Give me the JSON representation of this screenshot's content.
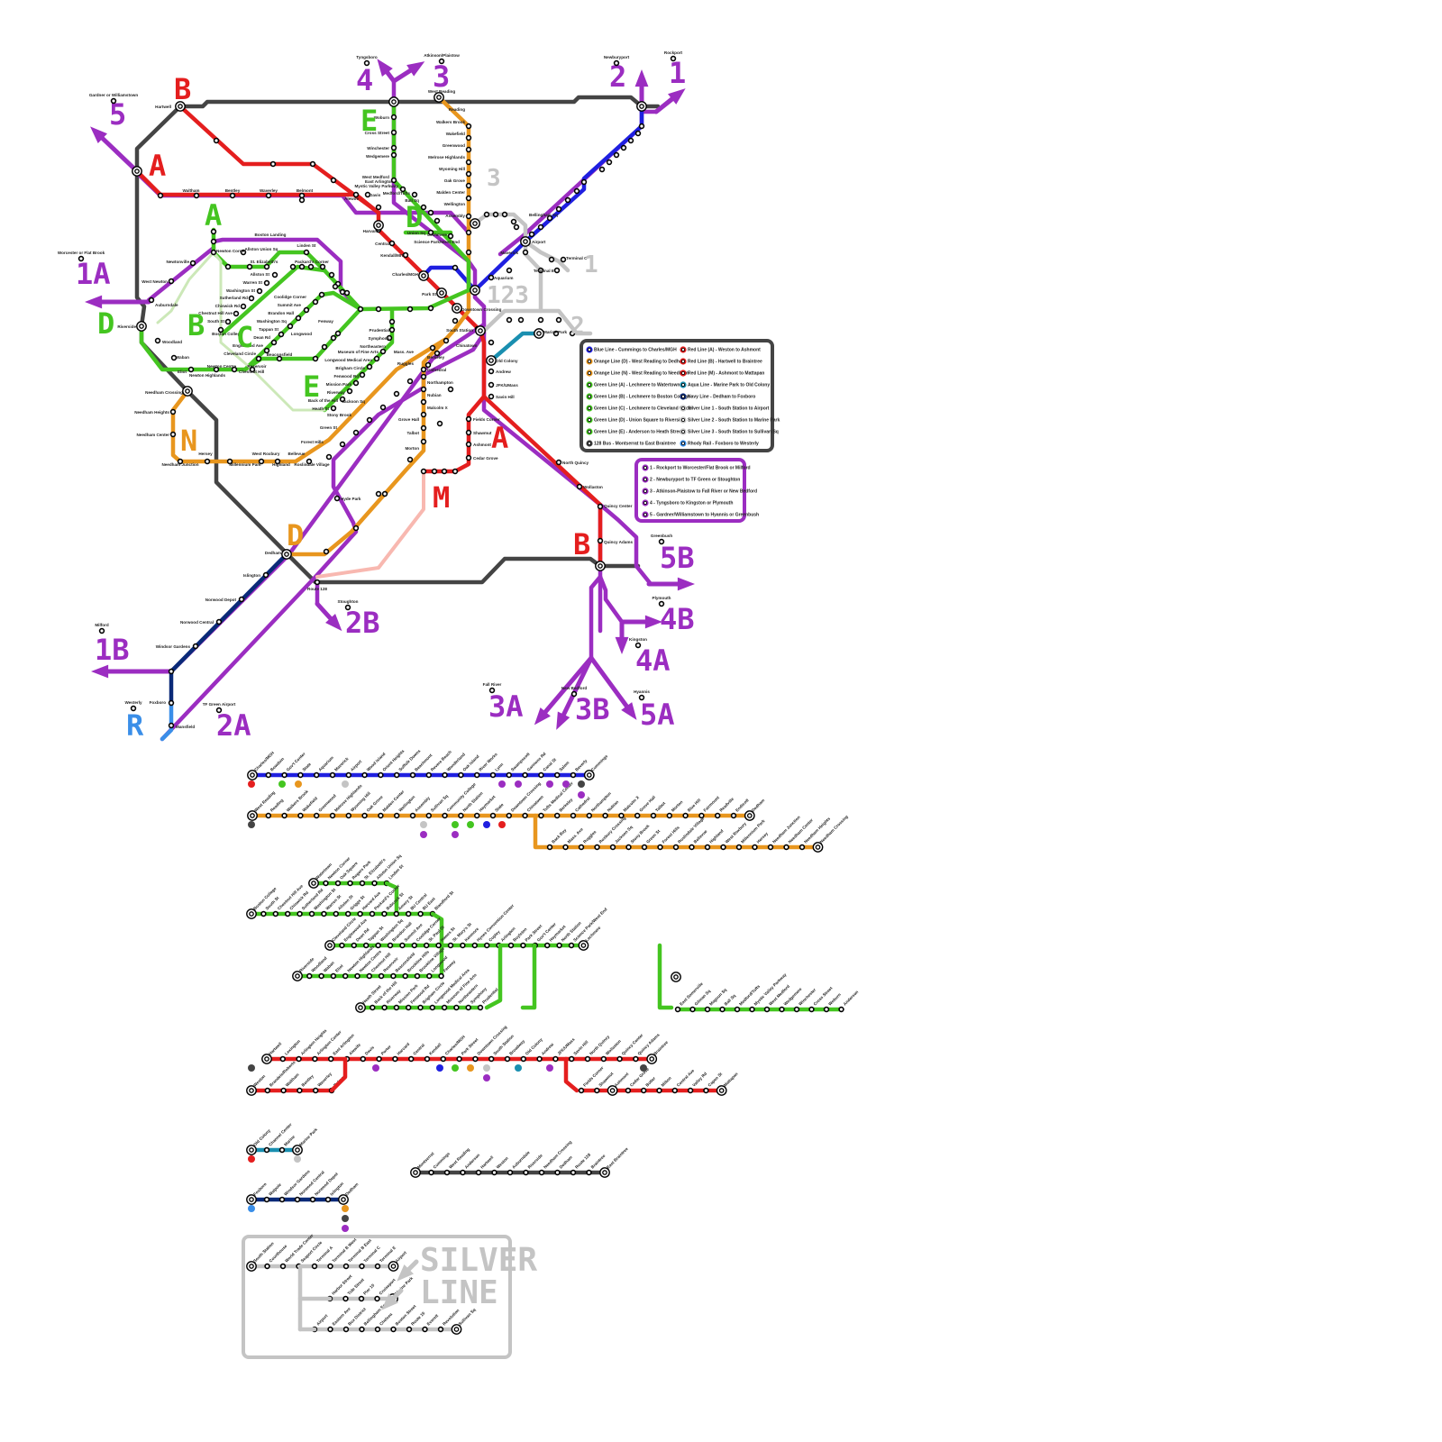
{
  "title": "Boston Area Fantasy Transit Map",
  "colors": {
    "blue": "#1f1fe0",
    "orange": "#e8961e",
    "green": "#44c520",
    "green_light": "#cce8b8",
    "red": "#e41e1e",
    "red_light": "#f8b8b0",
    "aqua": "#1a8fb0",
    "navy": "#0a2a78",
    "silver": "#c4c4c4",
    "bus": "#444444",
    "rhody": "#3a8ee8",
    "purple": "#9b2dc1"
  },
  "legend": {
    "items": [
      {
        "color": "blue",
        "label": "Blue Line - Cummings to Charles/MGH"
      },
      {
        "color": "orange",
        "label": "Orange Line (D) - West Reading to Dedham"
      },
      {
        "color": "orange",
        "label": "Orange Line (N) - West Reading to Needham"
      },
      {
        "color": "green",
        "label": "Green Line (A) - Lechmere to Watertown"
      },
      {
        "color": "green",
        "label": "Green Line (B) - Lechmere to Boston College"
      },
      {
        "color": "green",
        "label": "Green Line (C) - Lechmere to Cleveland Circle"
      },
      {
        "color": "green",
        "label": "Green Line (D) - Union Square to Riverside"
      },
      {
        "color": "green",
        "label": "Green Line (E) - Anderson to Heath Street"
      },
      {
        "color": "bus",
        "label": "128 Bus - Montserrat to East Braintree"
      },
      {
        "color": "red",
        "label": "Red Line (A) - Weston to Ashmont"
      },
      {
        "color": "red",
        "label": "Red Line (B) - Hartwell to Braintree"
      },
      {
        "color": "red",
        "label": "Red Line (M) - Ashmont to Mattapan"
      },
      {
        "color": "aqua",
        "label": "Aqua Line - Marine Park to Old Colony"
      },
      {
        "color": "navy",
        "label": "Navy Line - Dedham to Foxboro"
      },
      {
        "color": "silver",
        "label": "Silver Line 1 - South Station to Airport"
      },
      {
        "color": "silver",
        "label": "Silver Line 2 - South Station to Marine Park"
      },
      {
        "color": "silver",
        "label": "Silver Line 3 - South Station to Sullivan Sq"
      },
      {
        "color": "rhody",
        "label": "Rhody Rail - Foxboro to Westerly"
      }
    ]
  },
  "commuter_legend": {
    "items": [
      {
        "label": "1 - Rockport to Worcester/Flat Brook or Milford"
      },
      {
        "label": "2 - Newburyport to TF Green or Stoughton"
      },
      {
        "label": "3 - Atkinson-Plaistow to Fall River or New Bedford"
      },
      {
        "label": "4 - Tyngsboro to Kingston or Plymouth"
      },
      {
        "label": "5 - Gardner/Williamstown to Hyannis or Greenbush"
      }
    ]
  },
  "route_markers": [
    {
      "text": "5",
      "color": "purple"
    },
    {
      "text": "B",
      "color": "red"
    },
    {
      "text": "A",
      "color": "red"
    },
    {
      "text": "4",
      "color": "purple"
    },
    {
      "text": "3",
      "color": "purple"
    },
    {
      "text": "2",
      "color": "purple"
    },
    {
      "text": "1",
      "color": "purple"
    },
    {
      "text": "E",
      "color": "green"
    },
    {
      "text": "D",
      "color": "green"
    },
    {
      "text": "A",
      "color": "green"
    },
    {
      "text": "1A",
      "color": "purple"
    },
    {
      "text": "D",
      "color": "green"
    },
    {
      "text": "B",
      "color": "green"
    },
    {
      "text": "C",
      "color": "green"
    },
    {
      "text": "E",
      "color": "green"
    },
    {
      "text": "N",
      "color": "orange"
    },
    {
      "text": "D",
      "color": "orange"
    },
    {
      "text": "A",
      "color": "red"
    },
    {
      "text": "M",
      "color": "red"
    },
    {
      "text": "B",
      "color": "red"
    },
    {
      "text": "5B",
      "color": "purple"
    },
    {
      "text": "4B",
      "color": "purple"
    },
    {
      "text": "4A",
      "color": "purple"
    },
    {
      "text": "3A",
      "color": "purple"
    },
    {
      "text": "3B",
      "color": "purple"
    },
    {
      "text": "5A",
      "color": "purple"
    },
    {
      "text": "2B",
      "color": "purple"
    },
    {
      "text": "1B",
      "color": "purple"
    },
    {
      "text": "2A",
      "color": "purple"
    },
    {
      "text": "R",
      "color": "rhody"
    },
    {
      "text": "3",
      "color": "silver"
    },
    {
      "text": "1",
      "color": "silver"
    },
    {
      "text": "123",
      "color": "silver"
    },
    {
      "text": "2",
      "color": "silver"
    }
  ],
  "commuter_terminals": [
    "Gardner or Williamstown",
    "Tyngsboro",
    "Atkinson/Plaistow",
    "Newburyport",
    "Rockport",
    "Worcester or Flat Brook",
    "Milford",
    "Westerly",
    "TF Green Airport",
    "Stoughton",
    "Greenbush",
    "Plymouth",
    "Kingston",
    "Fall River",
    "New Bedford",
    "Hyannis"
  ],
  "map_stations": [
    "Hartwell",
    "Lexington",
    "Arlington Heights",
    "Arlington Center",
    "East Arlington",
    "Alewife",
    "Davis",
    "Porter",
    "Harvard",
    "Central",
    "Kendall/MIT",
    "Charles/MGH",
    "Park St",
    "Downtown Crossing",
    "South Station",
    "Broadway",
    "Old Colony",
    "Andrew",
    "JFK/UMass",
    "Savin Hill",
    "Fields Corner",
    "Shawmut",
    "Ashmont",
    "Cedar Grove",
    "Butler",
    "Milton",
    "Central Ave",
    "Valley Rd",
    "Capen St",
    "Mattapan",
    "North Quincy",
    "Wollaston",
    "Quincy Center",
    "Quincy Adams",
    "Braintree",
    "East Braintree",
    "Weston",
    "Brandeis/Roberts",
    "Waltham",
    "Bentley",
    "Waverley",
    "Belmont",
    "Cummings",
    "Beverly",
    "Salem",
    "Canal St",
    "Gannons Rd",
    "Swampscott",
    "Lynn",
    "River Works",
    "Oak Island",
    "Wonderland",
    "Revere Beach",
    "Beachmont",
    "Suffolk Downs",
    "Orient Heights",
    "Wood Island",
    "Airport",
    "Maverick",
    "Aquarium",
    "State",
    "Gov't Center",
    "Bowdoin",
    "West Reading",
    "Reading",
    "Walkers Brook",
    "Wakefield",
    "Greenwood",
    "Melrose Highlands",
    "Wyoming Hill",
    "Oak Grove",
    "Malden Center",
    "Wellington",
    "Assembly",
    "Sullivan Sq",
    "Community College",
    "North Station",
    "Haymarket",
    "Chinatown",
    "Tufts Medical Center",
    "Berkeley",
    "Cathedral",
    "Northampton",
    "Nubian",
    "Malcolm X",
    "Grove Hall",
    "Talbot",
    "Morton",
    "Blue Hill",
    "Fairmount",
    "Readville",
    "Endicott",
    "Dedham",
    "Back Bay",
    "Mass. Ave",
    "Ruggles",
    "Roxbury Crossing",
    "Jackson Sq",
    "Stony Brook",
    "Green St",
    "Forest Hills",
    "Roslindale Village",
    "Bellevue",
    "Highland",
    "West Roxbury",
    "Millennium Park",
    "Hersey",
    "Needham Junction",
    "Needham Center",
    "Needham Heights",
    "Needham Crossing",
    "Anderson",
    "Woburn",
    "Cross Street",
    "Winchester",
    "Wedgemere",
    "West Medford",
    "Mystic Valley Parkway",
    "Medford/Tufts",
    "Ball Sq",
    "Magoun Sq",
    "Gilman Sq",
    "East Somerville",
    "Union Sq",
    "Lechmere",
    "Science Park/West End",
    "Boylston",
    "Arlington",
    "Copley",
    "Hynes Convention Ctr",
    "Kenmore",
    "Blandford St",
    "BU East",
    "BU Central",
    "Amory St",
    "Babcock St",
    "Packard's Corner",
    "Harvard Ave",
    "Griggs St",
    "Allston St",
    "Warren St",
    "Washington St",
    "Sutherland Rd",
    "Chiswick Rd",
    "Chestnut Hill Ave",
    "South St",
    "Boston College",
    "St. Elizabeth's",
    "Rogers Park",
    "Oak Square",
    "Newton Corner",
    "Watertown",
    "Allston Union Sq",
    "Linden St",
    "Boston Landing",
    "St. Mary's St",
    "Hawes St",
    "St. Paul St",
    "Coolidge Corner",
    "Summit Ave",
    "Brandon Hall",
    "Tappan St",
    "Dean Rd",
    "Englewood Ave",
    "Cleveland Circle",
    "Fenway",
    "Longwood",
    "Brookline Village",
    "Brookline Hills",
    "Beaconsfield",
    "Reservoir",
    "Chestnut Hill",
    "Newton Centre",
    "Newton Highlands",
    "Eliot",
    "Waban",
    "Woodland",
    "Riverside",
    "Prudential",
    "Symphony",
    "Northeastern",
    "Museum of Fine Arts",
    "Longwood Medical Area",
    "Brigham Circle",
    "Fenwood Rd",
    "Mission Park",
    "Riverway",
    "Back of the Hill",
    "Heath St",
    "Newtonville",
    "West Newton",
    "Auburndale",
    "Upham's Corner",
    "Four Corners",
    "Hyde Park",
    "Terminal A",
    "Terminal B West",
    "Terminal B East",
    "Terminal C",
    "Terminal E",
    "Courthouse",
    "World Trade Center",
    "Seaport Circle",
    "Harbor Street",
    "Tide Street",
    "Pier 10",
    "Cruiseport",
    "Marine Park",
    "Channel Center",
    "Marine",
    "Eastern Avenue",
    "Box District",
    "Bellingham Sq",
    "Chelsea",
    "Boston Street",
    "Route 16",
    "Everett",
    "Revolution",
    "Islington",
    "Norwood Depot",
    "Norwood Central",
    "Windsor Gardens",
    "Walpole",
    "Foxboro",
    "Mansfield",
    "Route 128",
    "Montserrat"
  ],
  "strip_lines": [
    {
      "id": "blue",
      "color": "blue",
      "stations": [
        "Charles/MGH",
        "Bowdoin",
        "Gov't Center",
        "State",
        "Aquarium",
        "Maverick",
        "Airport",
        "Wood Island",
        "Orient Heights",
        "Suffolk Downs",
        "Beachmont",
        "Revere Beach",
        "Wonderland",
        "Oak Island",
        "River Works",
        "Lynn",
        "Swampscott",
        "Gannons Rd",
        "Canal St",
        "Salem",
        "Beverly",
        "Cummings"
      ]
    },
    {
      "id": "orange-d",
      "color": "orange",
      "stations": [
        "West Reading",
        "Reading",
        "Walkers Brook",
        "Wakefield",
        "Greenwood",
        "Melrose Highlands",
        "Wyoming Hill",
        "Oak Grove",
        "Malden Center",
        "Wellington",
        "Assembly",
        "Sullivan Sq",
        "Community College",
        "North Station",
        "Haymarket",
        "State",
        "Downtown Crossing",
        "Chinatown",
        "Tufts Medical Center",
        "Berkeley",
        "Cathedral",
        "Northampton",
        "Nubian",
        "Malcolm X",
        "Grove Hall",
        "Talbot",
        "Morton",
        "Blue Hill",
        "Fairmount",
        "Readville",
        "Endicott",
        "Dedham"
      ]
    },
    {
      "id": "orange-n",
      "color": "orange",
      "stations": [
        "Back Bay",
        "Mass. Ave",
        "Ruggles",
        "Roxbury Crossing",
        "Jackson Sq",
        "Stony Brook",
        "Green St",
        "Forest Hills",
        "Roslindale Village",
        "Bellevue",
        "Highland",
        "West Roxbury",
        "Millennium Park",
        "Hersey",
        "Needham Junction",
        "Needham Center",
        "Needham Heights",
        "Needham Crossing"
      ]
    },
    {
      "id": "green-a",
      "color": "green",
      "stations": [
        "Watertown",
        "Newton Corner",
        "Oak Square",
        "Rogers Park",
        "St. Elizabeth's",
        "Allston Union Sq",
        "Linden St"
      ]
    },
    {
      "id": "green-b",
      "color": "green",
      "stations": [
        "Boston College",
        "South St",
        "Chestnut Hill Ave",
        "Chiswick Rd",
        "Sutherland Rd",
        "Washington St",
        "Warren St",
        "Allston St",
        "Griggs St",
        "Harvard Ave",
        "Packard's Corner",
        "Babcock St",
        "Amory St",
        "BU Central",
        "BU East",
        "Blandford St"
      ]
    },
    {
      "id": "green-c",
      "color": "green",
      "stations": [
        "Cleveland Circle",
        "Englewood Ave",
        "Dean Rd",
        "Tappan St",
        "Washington Sq",
        "Brandon Hall",
        "Summit Ave",
        "Coolidge Corner",
        "St. Paul St",
        "Hawes St",
        "St. Mary's St",
        "Kenmore",
        "Hynes Convention Center",
        "Copley",
        "Arlington",
        "Boylston",
        "Park Street",
        "Gov't Center",
        "Haymarket",
        "North Station",
        "Science Park/West End",
        "Lechmere"
      ]
    },
    {
      "id": "green-d",
      "color": "green",
      "stations": [
        "Riverside",
        "Woodland",
        "Waban",
        "Eliot",
        "Newton Highlands",
        "Newton Centre",
        "Chestnut Hill",
        "Reservoir",
        "Beaconsfield",
        "Brookline Hills",
        "Brookline Village",
        "Longwood",
        "Fenway"
      ]
    },
    {
      "id": "green-e",
      "color": "green",
      "stations": [
        "Heath Street",
        "Back of the Hill",
        "Riverway",
        "Mission Park",
        "Fenwood Rd",
        "Brigham Circle",
        "Longwood Medical Area",
        "Museum of Fine Arts",
        "Northeastern",
        "Symphony",
        "Prudential"
      ]
    },
    {
      "id": "green-union",
      "color": "green",
      "stations": [
        "Union Square",
        "East Somerville",
        "Gilman Sq",
        "Magoun Sq",
        "Ball Sq",
        "Medford/Tufts",
        "Mystic Valley Parkway",
        "West Medford",
        "Wedgemere",
        "Winchester",
        "Cross Street",
        "Woburn",
        "Anderson"
      ]
    },
    {
      "id": "red-b",
      "color": "red",
      "stations": [
        "Hartwell",
        "Lexington",
        "Arlington Heights",
        "Arlington Center",
        "East Arlington",
        "Alewife",
        "Davis",
        "Porter",
        "Harvard",
        "Central",
        "Kendall",
        "Charles/MGH",
        "Park Street",
        "Downtown Crossing",
        "South Station",
        "Broadway",
        "Old Colony",
        "Andrew",
        "JFK/UMass",
        "Savin Hill",
        "North Quincy",
        "Wollaston",
        "Quincy Center",
        "Quincy Adams",
        "Braintree"
      ]
    },
    {
      "id": "red-a",
      "color": "red",
      "stations": [
        "Weston",
        "Brandeis/Roberts",
        "Waltham",
        "Bentley",
        "Waverley",
        "Belmont"
      ]
    },
    {
      "id": "red-m",
      "color": "red",
      "stations": [
        "Fields Corner",
        "Shawmut",
        "Ashmont",
        "Cedar Grove",
        "Butler",
        "Milton",
        "Central Ave",
        "Valley Rd",
        "Capen St",
        "Mattapan"
      ]
    },
    {
      "id": "aqua",
      "color": "aqua",
      "stations": [
        "Old Colony",
        "Channel Center",
        "Marine",
        "Marine Park"
      ]
    },
    {
      "id": "navy",
      "color": "navy",
      "stations": [
        "Foxboro",
        "Walpole",
        "Windsor Gardens",
        "Norwood Central",
        "Norwood Depot",
        "Islington",
        "Dedham"
      ]
    },
    {
      "id": "bus",
      "color": "bus",
      "stations": [
        "Montserrat",
        "Cummings",
        "West Reading",
        "Anderson",
        "Hartwell",
        "Weston",
        "Auburndale",
        "Riverside",
        "Needham Crossing",
        "Dedham",
        "Route 128",
        "Braintree",
        "East Braintree"
      ]
    },
    {
      "id": "sl1",
      "color": "silver",
      "stations": [
        "South Station",
        "Courthouse",
        "World Trade Center",
        "Seaport Circle",
        "Terminal A",
        "Terminal B West",
        "Terminal B East",
        "Terminal C",
        "Terminal E",
        "Airport"
      ]
    },
    {
      "id": "sl2",
      "color": "silver",
      "stations": [
        "Harbor Street",
        "Tide Street",
        "Pier 10",
        "Cruiseport",
        "Marine Park"
      ]
    },
    {
      "id": "sl3",
      "color": "silver",
      "stations": [
        "Airport",
        "Eastern Ave",
        "Box District",
        "Bellingham Sq",
        "Chelsea",
        "Boston Street",
        "Route 16",
        "Everett",
        "Revolution",
        "Sullivan Sq"
      ]
    }
  ],
  "silver_line_box": {
    "title_line1": "SILVER",
    "title_line2": "LINE"
  }
}
